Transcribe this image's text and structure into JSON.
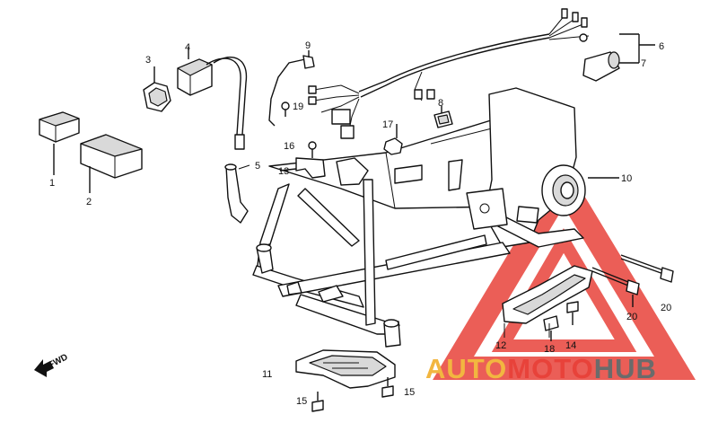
{
  "callouts": [
    {
      "id": "c1",
      "text": "1"
    },
    {
      "id": "c2",
      "text": "2"
    },
    {
      "id": "c3",
      "text": "3"
    },
    {
      "id": "c4",
      "text": "4"
    },
    {
      "id": "c5",
      "text": "5"
    },
    {
      "id": "c6",
      "text": "6"
    },
    {
      "id": "c7",
      "text": "7"
    },
    {
      "id": "c8",
      "text": "8"
    },
    {
      "id": "c9",
      "text": "9"
    },
    {
      "id": "c10",
      "text": "10"
    },
    {
      "id": "c11",
      "text": "11"
    },
    {
      "id": "c12",
      "text": "12"
    },
    {
      "id": "c13",
      "text": "13"
    },
    {
      "id": "c14",
      "text": "14"
    },
    {
      "id": "c15a",
      "text": "15"
    },
    {
      "id": "c15b",
      "text": "15"
    },
    {
      "id": "c16",
      "text": "16"
    },
    {
      "id": "c17",
      "text": "17"
    },
    {
      "id": "c18",
      "text": "18"
    },
    {
      "id": "c19",
      "text": "19"
    },
    {
      "id": "c20a",
      "text": "20"
    },
    {
      "id": "c20b",
      "text": "20"
    }
  ],
  "fwd_label": "FWD",
  "watermark": {
    "word_a": "AUTO",
    "word_b": "MOTO",
    "word_c": "HUB",
    "color_a": "#f2b640",
    "color_b": "#e8423a",
    "color_c": "#6b6b6b"
  }
}
